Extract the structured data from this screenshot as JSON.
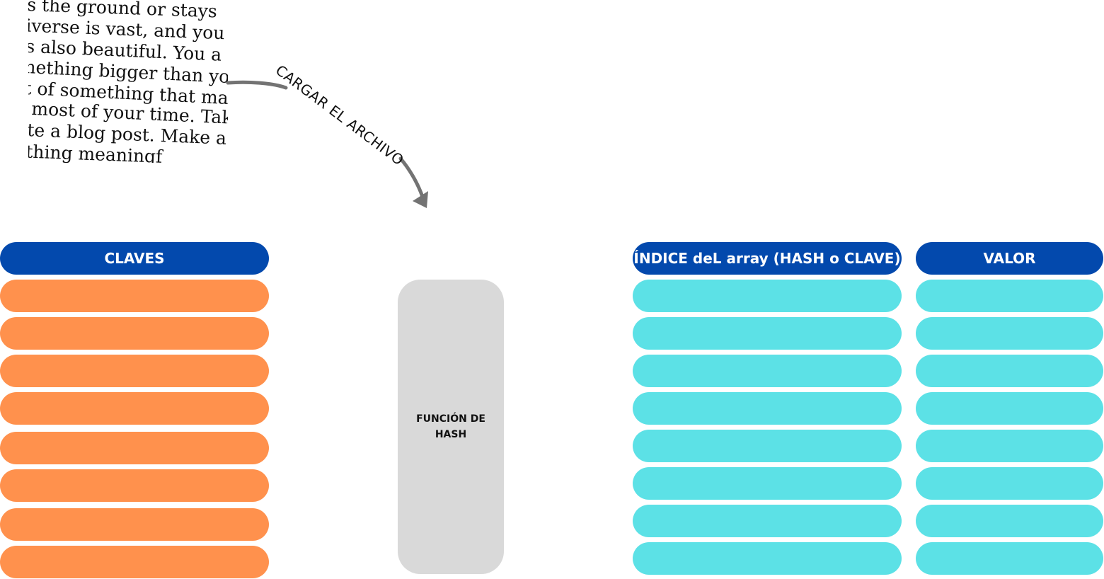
{
  "text_snippet": {
    "lines": [
      "s the ground or stays",
      "iverse is vast, and you",
      "s also beautiful. You a",
      "nething bigger than yo",
      "t of something that ma",
      "most of your time. Tak",
      "te a blog post. Make a",
      "thing meaningf"
    ]
  },
  "arrow": {
    "label": "CARGAR EL ARCHIVO"
  },
  "columns": {
    "claves": {
      "header": "CLAVES",
      "rows": 8
    },
    "indice": {
      "header": "ÍNDICE deL array (HASH o CLAVE)",
      "rows": 8
    },
    "valor": {
      "header": "VALOR",
      "rows": 8
    }
  },
  "hash_function": {
    "line1": "FUNCIÓN DE",
    "line2": "HASH"
  },
  "colors": {
    "header_blue": "#0349ad",
    "key_orange": "#ff914d",
    "index_cyan": "#5ce1e6",
    "hash_gray": "#d9d9d9",
    "arrow_gray": "#737373"
  }
}
